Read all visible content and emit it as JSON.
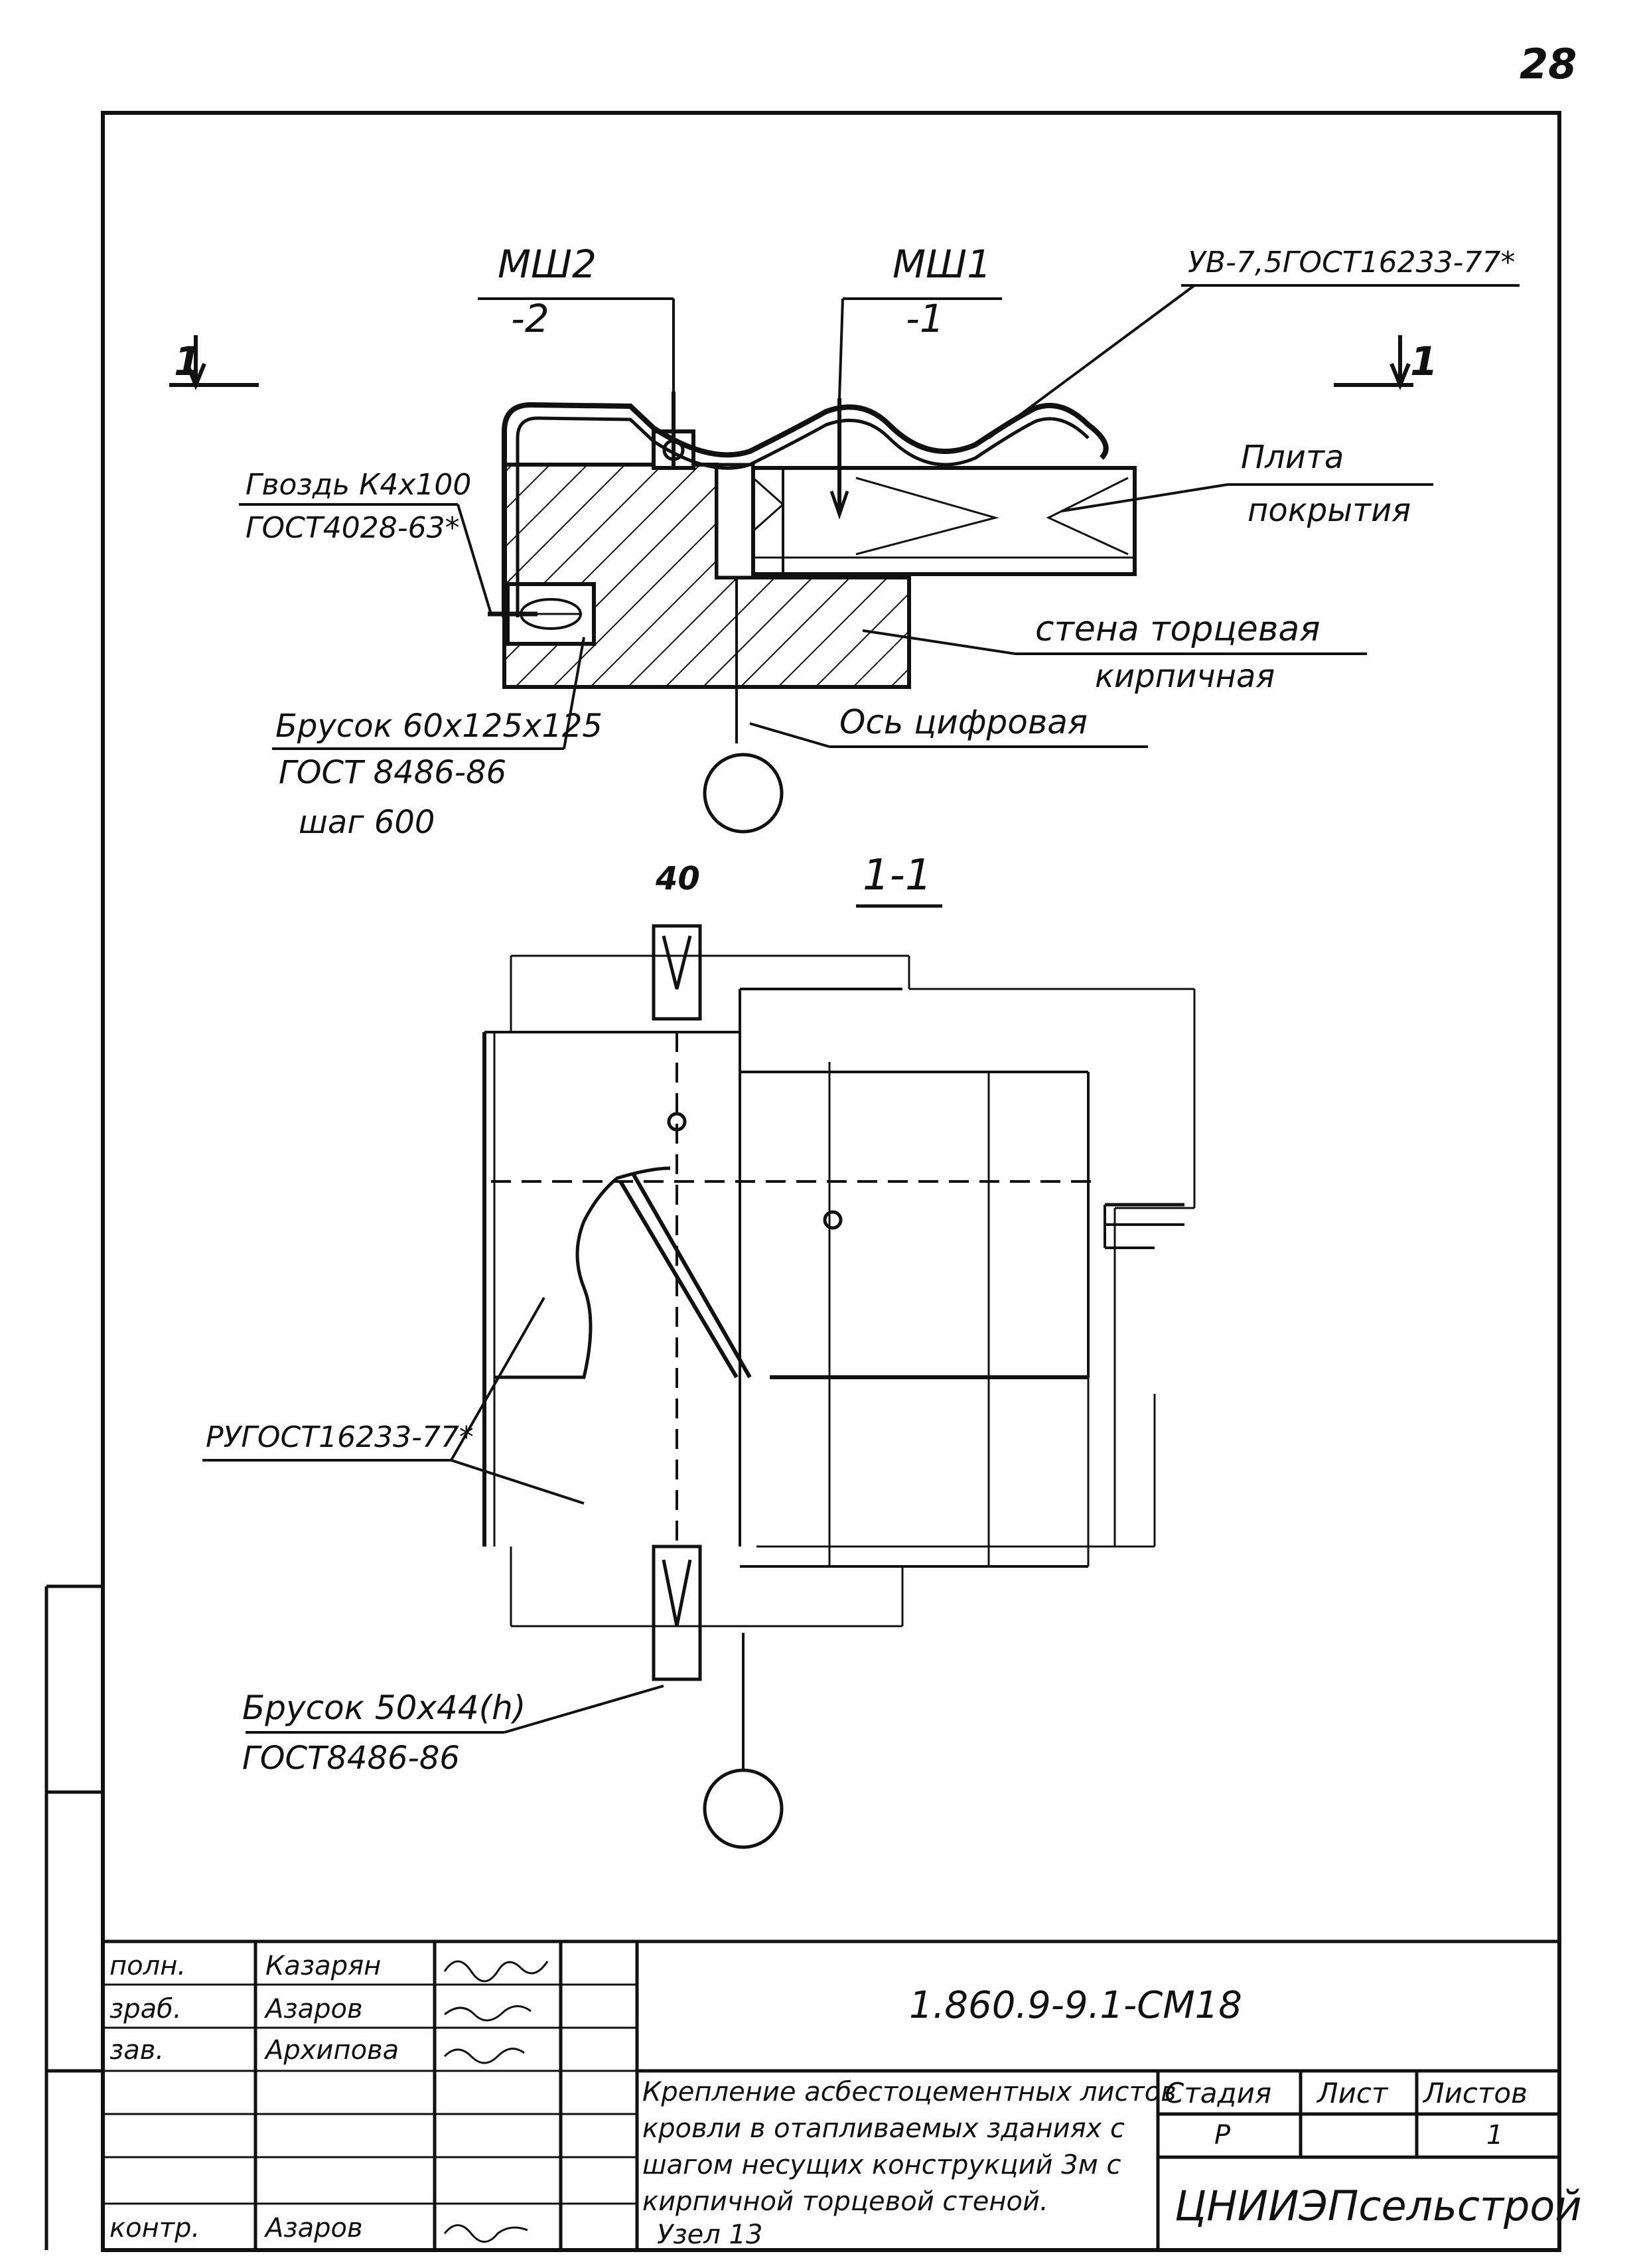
{
  "sheet": {
    "page_number": "28"
  },
  "top_view": {
    "section_marker_left": "1",
    "section_marker_right": "1",
    "labels": {
      "msh2_top": "МШ2",
      "msh2_bottom": "-2",
      "msh1_top": "МШ1",
      "msh1_bottom": "-1",
      "sheet_uv": "УВ-7,5ГОСТ16233-77*",
      "nail_line1": "Гвоздь К4х100",
      "nail_line2": "ГОСТ4028-63*",
      "slab_line1": "Плита",
      "slab_line2": "покрытия",
      "wall_line1": "стена торцевая",
      "wall_line2": "кирпичная",
      "axis_label": "Ось цифровая",
      "bar_line1": "Брусок 60х125х125",
      "bar_line2": "ГОСТ 8486-86",
      "bar_line3": "шаг 600"
    }
  },
  "section": {
    "dimension": "40",
    "title": "1-1",
    "ru_label": "РУГОСТ16233-77*",
    "bar_line1": "Брусок 50х44(h)",
    "bar_line2": "ГОСТ8486-86"
  },
  "title_block": {
    "rows": [
      {
        "role": "полн.",
        "name": "Казарян"
      },
      {
        "role": "зраб.",
        "name": "Азаров"
      },
      {
        "role": "зав.",
        "name": "Архипова"
      },
      {
        "role": "",
        "name": ""
      },
      {
        "role": "",
        "name": ""
      },
      {
        "role": "",
        "name": ""
      },
      {
        "role": "контр.",
        "name": "Азаров"
      }
    ],
    "designation": "1.860.9-9.1-СМ18",
    "description_lines": [
      "Крепление асбестоцементных листов",
      "кровли в отапливаемых зданиях с",
      "шагом несущих конструкций 3м с",
      "кирпичной торцевой стеной.",
      "Узел 13"
    ],
    "stage_label": "Стадия",
    "sheet_label": "Лист",
    "sheets_label": "Листов",
    "stage_value": "Р",
    "sheet_value": "",
    "sheets_value": "1",
    "organization": "ЦНИИЭПсельстрой"
  }
}
